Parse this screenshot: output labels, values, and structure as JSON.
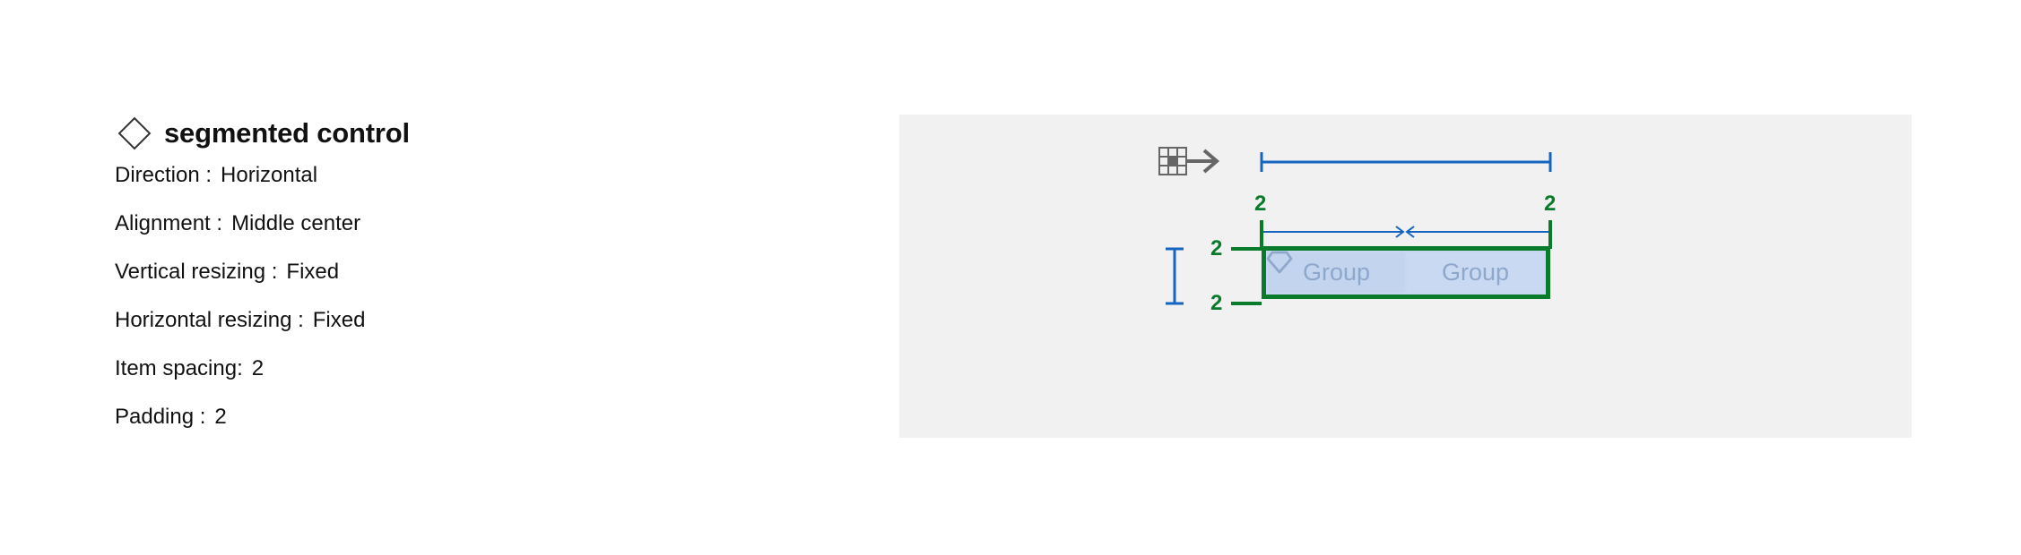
{
  "spec": {
    "title": "segmented control",
    "rows": [
      {
        "key": "Direction :",
        "value": "Horizontal"
      },
      {
        "key": "Alignment :",
        "value": "Middle center"
      },
      {
        "key": "Vertical resizing :",
        "value": "Fixed"
      },
      {
        "key": "Horizontal resizing :",
        "value": "Fixed"
      },
      {
        "key": "Item spacing:",
        "value": "2"
      },
      {
        "key": "Padding :",
        "value": "2"
      }
    ]
  },
  "diagram": {
    "padding_left": "2",
    "padding_right": "2",
    "padding_top": "2",
    "padding_bottom": "2",
    "items": [
      {
        "icon": "diamond-gem-icon",
        "label": "Group"
      },
      {
        "icon": "diamond-gem-icon",
        "label": "Group"
      }
    ],
    "colors": {
      "measure_blue": "#1565c0",
      "padding_green": "#0a7a2b",
      "item_fill": "#c7d7ef",
      "item_text": "#8ea7cc",
      "panel_bg": "#f1f1f1"
    }
  }
}
